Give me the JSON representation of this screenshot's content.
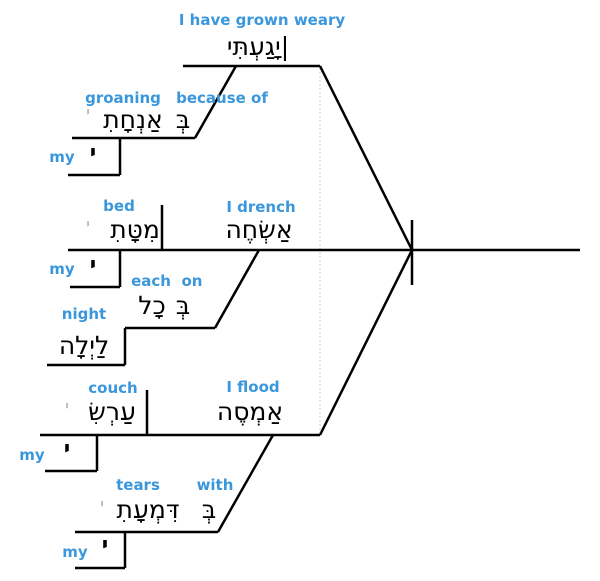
{
  "diagram": {
    "clause1": {
      "verb": {
        "hebrew": "יָגַעְתִּי|",
        "gloss": "I have grown weary"
      },
      "prep_phrase": {
        "prep": "בְּ",
        "prep_gloss": "because of",
        "object": "אַנְחָתִ",
        "object_gloss": "groaning",
        "suffix": "י",
        "modifier": "י",
        "modifier_gloss": "my"
      }
    },
    "clause2": {
      "verb": {
        "hebrew": "אַשְׂחֶה",
        "gloss": "I drench"
      },
      "object": {
        "hebrew": "מִטָּתִ",
        "gloss": "bed",
        "suffix": "י",
        "modifier": "י",
        "modifier_gloss": "my"
      },
      "prep_phrase": {
        "prep": "בְּ",
        "prep_gloss": "on",
        "object": "כָל",
        "object_gloss": "each",
        "nested": "לַיְלָה",
        "nested_gloss": "night"
      }
    },
    "clause3": {
      "verb": {
        "hebrew": "אַמְסֶה",
        "gloss": "I flood"
      },
      "object": {
        "hebrew": "עַרְשִׂ",
        "gloss": "couch",
        "suffix": "י",
        "modifier": "י",
        "modifier_gloss": "my"
      },
      "prep_phrase": {
        "prep": "בְּ",
        "prep_gloss": "with",
        "object": "דִּמְעָתִ",
        "object_gloss": "tears",
        "suffix": "י",
        "modifier": "י",
        "modifier_gloss": "my"
      }
    },
    "colors": {
      "gloss": "#3a97dc",
      "lines": "#000000",
      "suffix": "#aaaaaa"
    }
  }
}
